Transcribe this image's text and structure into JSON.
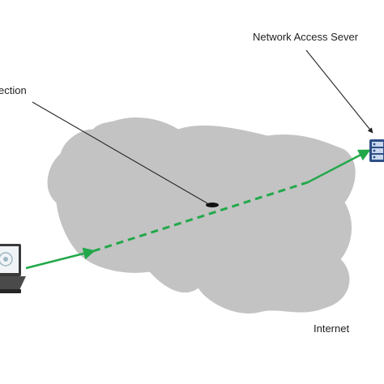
{
  "labels": {
    "connection": "ection",
    "server": "Network Access Sever",
    "internet": "Internet"
  },
  "colors": {
    "cloud": "#c3c3c3",
    "tunnel": "#22a84a",
    "pointer": "#222222",
    "server_body": "#2e4f86",
    "text": "#1f1f1f"
  },
  "icons": {
    "client": "laptop-icon",
    "server": "server-rack-icon",
    "tunnel_point": "tunnel-endpoint-icon"
  }
}
